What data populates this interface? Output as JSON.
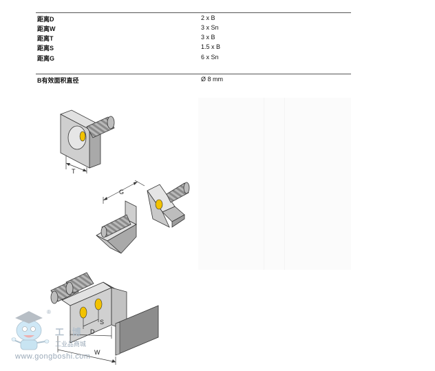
{
  "spec_table": {
    "rows": [
      {
        "label": "距离D",
        "value": "2 x B"
      },
      {
        "label": "距离W",
        "value": "3 x Sn"
      },
      {
        "label": "距离T",
        "value": "3 x B"
      },
      {
        "label": "距离S",
        "value": "1.5 x B"
      },
      {
        "label": "距离G",
        "value": "6 x Sn"
      }
    ],
    "diameter": {
      "label": "B有效面积直径",
      "value": "Ø  8  mm"
    }
  },
  "figure_labels": {
    "t": "T",
    "g": "G",
    "s": "S",
    "d": "D",
    "w": "W"
  },
  "watermark": {
    "registered": "®",
    "chinese_brand": "工 博",
    "chinese_tagline": "工业品商城",
    "url": "www.gongboshi.com"
  },
  "colors": {
    "sensor_face": "#f2c200",
    "metal": "#c9c9c9",
    "metal_dark": "#9c9c9c",
    "outline": "#333333"
  }
}
